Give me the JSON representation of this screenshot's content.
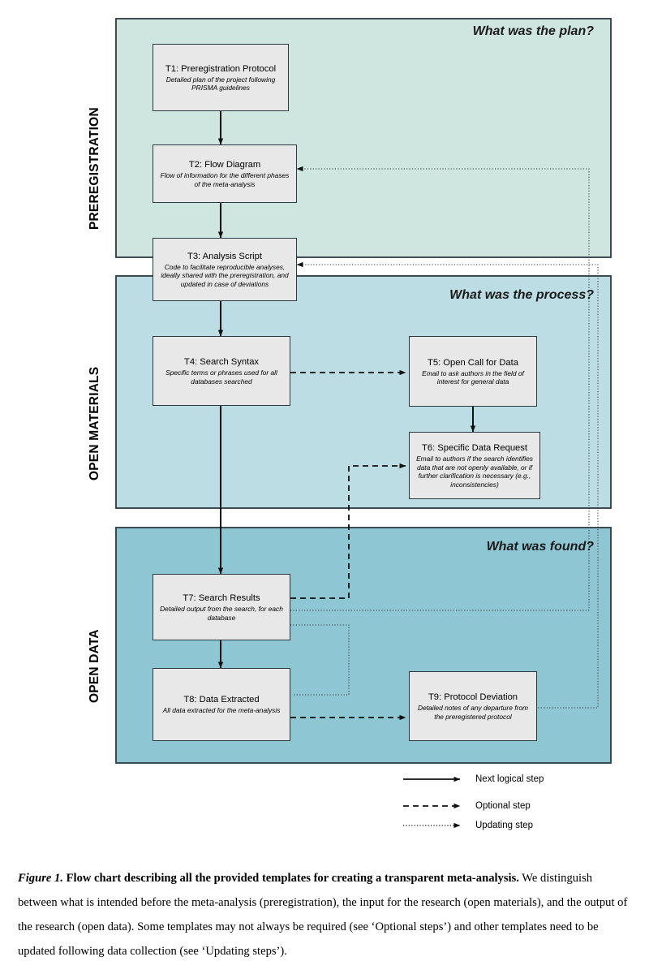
{
  "figure": {
    "bands": [
      {
        "id": "preregistration",
        "label": "PREREGISTRATION",
        "heading": "What was the plan?",
        "color": "#cfe6e0"
      },
      {
        "id": "open-materials",
        "label": "OPEN MATERIALS",
        "heading": "What was the process?",
        "color": "#bcdde3"
      },
      {
        "id": "open-data",
        "label": "OPEN DATA",
        "heading": "What was found?",
        "color": "#8fc6d4"
      }
    ],
    "nodes": [
      {
        "id": "T1",
        "title": "T1: Preregistration Protocol",
        "desc": "Detailed plan of the project following PRISMA guidelines"
      },
      {
        "id": "T2",
        "title": "T2: Flow Diagram",
        "desc": "Flow of information for the different phases of the meta-analysis"
      },
      {
        "id": "T3",
        "title": "T3: Analysis Script",
        "desc": "Code to facilitate reproducible analyses, ideally shared with the preregistration, and updated in case of deviations"
      },
      {
        "id": "T4",
        "title": "T4: Search Syntax",
        "desc": "Specific terms or phrases used for all databases searched"
      },
      {
        "id": "T5",
        "title": "T5: Open Call for Data",
        "desc": "Email to ask authors in the field of interest for general data"
      },
      {
        "id": "T6",
        "title": "T6: Specific Data Request",
        "desc": "Email to authors if the search identifies data that are not openly available, or if further clarification is necessary (e.g., inconsistencies)"
      },
      {
        "id": "T7",
        "title": "T7: Search Results",
        "desc": "Detailed output from the search, for each database"
      },
      {
        "id": "T8",
        "title": "T8: Data Extracted",
        "desc": "All data extracted for the meta-analysis"
      },
      {
        "id": "T9",
        "title": "T9: Protocol Deviation",
        "desc": "Detailed notes of any departure from the preregistered protocol"
      }
    ],
    "edges": [
      {
        "from": "T1",
        "to": "T2",
        "kind": "solid"
      },
      {
        "from": "T2",
        "to": "T3",
        "kind": "solid"
      },
      {
        "from": "T3",
        "to": "T4",
        "kind": "solid"
      },
      {
        "from": "T4",
        "to": "T5",
        "kind": "dashed"
      },
      {
        "from": "T5",
        "to": "T6",
        "kind": "solid"
      },
      {
        "from": "T4",
        "to": "T7",
        "kind": "solid"
      },
      {
        "from": "T7",
        "to": "T6",
        "kind": "dashed"
      },
      {
        "from": "T7",
        "to": "T8",
        "kind": "solid"
      },
      {
        "from": "T8",
        "to": "T9",
        "kind": "dashed"
      },
      {
        "from": "T7",
        "to": "T2",
        "kind": "dotted"
      },
      {
        "from": "T7",
        "to": "T8",
        "kind": "dotted"
      },
      {
        "from": "T9",
        "to": "T3",
        "kind": "dotted"
      }
    ],
    "legend": {
      "items": [
        {
          "kind": "solid",
          "label": "Next logical step"
        },
        {
          "kind": "dashed",
          "label": "Optional step"
        },
        {
          "kind": "dotted",
          "label": "Updating step"
        }
      ]
    },
    "caption": {
      "figure_number": "Figure 1.",
      "lead": " Flow chart describing all the provided templates for creating a transparent meta-analysis.",
      "body": " We distinguish between what is intended before the meta-analysis (preregistration), the input for the research (open materials), and the output of the research (open data). Some templates may not always be required (see ‘Optional steps’) and other templates need to be updated following data collection (see ‘Updating steps’)."
    }
  },
  "colors": {
    "band_preregistration": "#cfe6e0",
    "band_open_materials": "#bcdde3",
    "band_open_data": "#8fc6d4",
    "node_fill": "#e8e8e8",
    "stroke": "#2b3a42"
  }
}
